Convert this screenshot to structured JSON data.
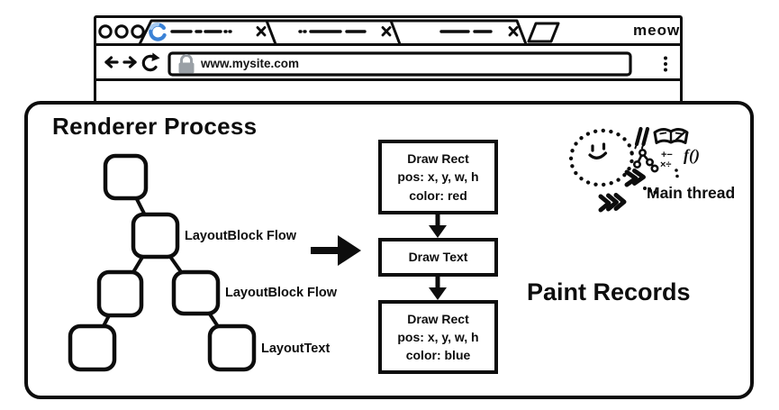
{
  "browser": {
    "window_controls": {
      "icon": "three-circle-window-buttons"
    },
    "tabs": [
      {
        "id": 1,
        "state": "loading",
        "favicon": "spinner-icon",
        "close_icon": "x"
      },
      {
        "id": 2,
        "state": "idle",
        "close_icon": "x"
      },
      {
        "id": 3,
        "state": "idle",
        "close_icon": "x"
      }
    ],
    "new_tab_icon": "parallelogram-new-tab",
    "brand": "meow",
    "nav_icons": [
      "back-arrow",
      "forward-arrow",
      "reload"
    ],
    "address_bar": {
      "lock_icon": "padlock",
      "url": "www.mysite.com"
    },
    "menu_icon": "kebab-dots"
  },
  "renderer": {
    "title": "Renderer Process",
    "layout_tree_labels": [
      "LayoutBlock Flow",
      "LayoutBlock Flow",
      "LayoutText"
    ],
    "paint_records": {
      "heading": "Paint Records",
      "items": [
        {
          "lines": [
            "Draw Rect",
            "pos: x, y, w, h",
            "color: red"
          ]
        },
        {
          "lines": [
            "Draw Text"
          ]
        },
        {
          "lines": [
            "Draw Rect",
            "pos: x, y, w, h",
            "color: blue"
          ]
        }
      ]
    },
    "main_thread": {
      "label": "Main thread",
      "doodle_texts": {
        "math_top": "+−",
        "math_bottom": "×÷",
        "fn": "f()"
      }
    }
  },
  "colors": {
    "ink": "#0d0d0d",
    "spinner_dark": "#3b82d6",
    "spinner_light": "#a8cbf0",
    "lock_gray": "#9aa0a6"
  }
}
